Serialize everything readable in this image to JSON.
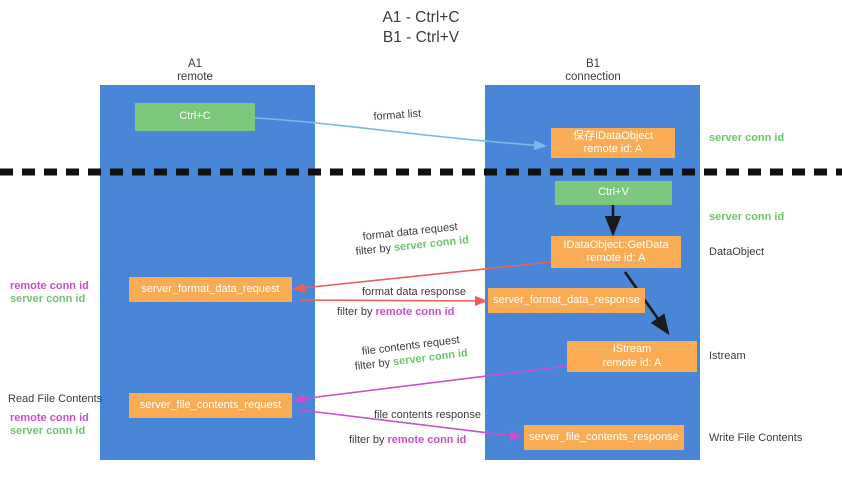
{
  "title": {
    "line1": "A1 - Ctrl+C",
    "line2": "B1 - Ctrl+V"
  },
  "lanes": [
    {
      "name": "A1",
      "sub": "remote"
    },
    {
      "name": "B1",
      "sub": "connection"
    }
  ],
  "nodes": {
    "ctrl_c": "Ctrl+C",
    "ctrl_v": "Ctrl+V",
    "set_dataobject_l1": "保存IDataObject",
    "set_dataobject_l2": "remote id: A",
    "getdata_l1": "IDataObject::GetData",
    "getdata_l2": "remote id: A",
    "istream_l1": "IStream",
    "istream_l2": "remote id: A",
    "server_format_data_request": "server_format_data_request",
    "server_format_data_response": "server_format_data_response",
    "server_file_contents_request": "server_file_contents_request",
    "server_file_contents_response": "server_file_contents_response"
  },
  "edge_labels": {
    "format_list": "format list",
    "format_data_request": "format data request",
    "format_data_request_filter_prefix": "filter by ",
    "format_data_request_filter_value": "server conn id",
    "format_data_response": "format data response",
    "format_data_response_filter_prefix": "filter by ",
    "format_data_response_filter_value": "remote conn id",
    "file_contents_request": "file contents request",
    "file_contents_request_filter_prefix": "filter by ",
    "file_contents_request_filter_value": "server conn id",
    "file_contents_response": "file contents response",
    "file_contents_response_filter_prefix": "filter by ",
    "file_contents_response_filter_value": "remote conn id"
  },
  "side_labels": {
    "right_server_conn_id_1": "server conn id",
    "right_server_conn_id_2": "server conn id",
    "right_dataobject": "DataObject",
    "right_istream": "Istream",
    "right_write_file_contents": "Write File Contents",
    "left_remote_conn_id_1": "remote conn id",
    "left_server_conn_id_1": "server conn id",
    "left_read_file_contents": "Read File Contents",
    "left_remote_conn_id_2": "remote conn id",
    "left_server_conn_id_2": "server conn id"
  },
  "colors": {
    "lane": "#4a86d8",
    "green_node": "#7ec87e",
    "orange_node": "#f9ac53",
    "green_text": "#6fc36f",
    "magenta_text": "#cb4fcb",
    "arrow_blue": "#7db9e8",
    "arrow_red": "#e8615a",
    "arrow_magenta": "#cb4fcb",
    "arrow_black": "#1a1a1a",
    "divider": "#111111"
  }
}
